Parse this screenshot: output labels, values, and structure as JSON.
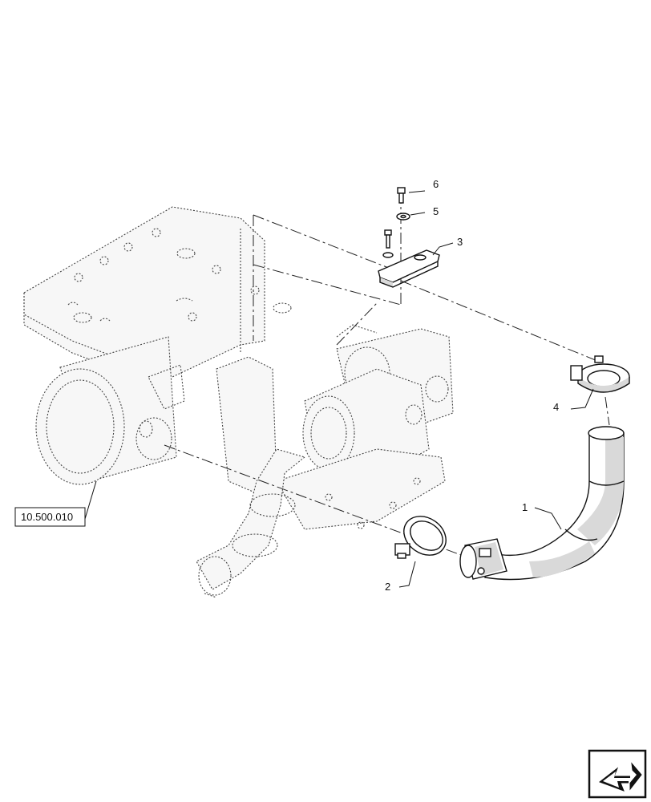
{
  "callouts": {
    "item1": "1",
    "item2": "2",
    "item3": "3",
    "item4": "4",
    "item5": "5",
    "item6": "6"
  },
  "reference": {
    "label": "10.500.010"
  },
  "icons": {
    "nav": "next-page-arrow-icon"
  }
}
